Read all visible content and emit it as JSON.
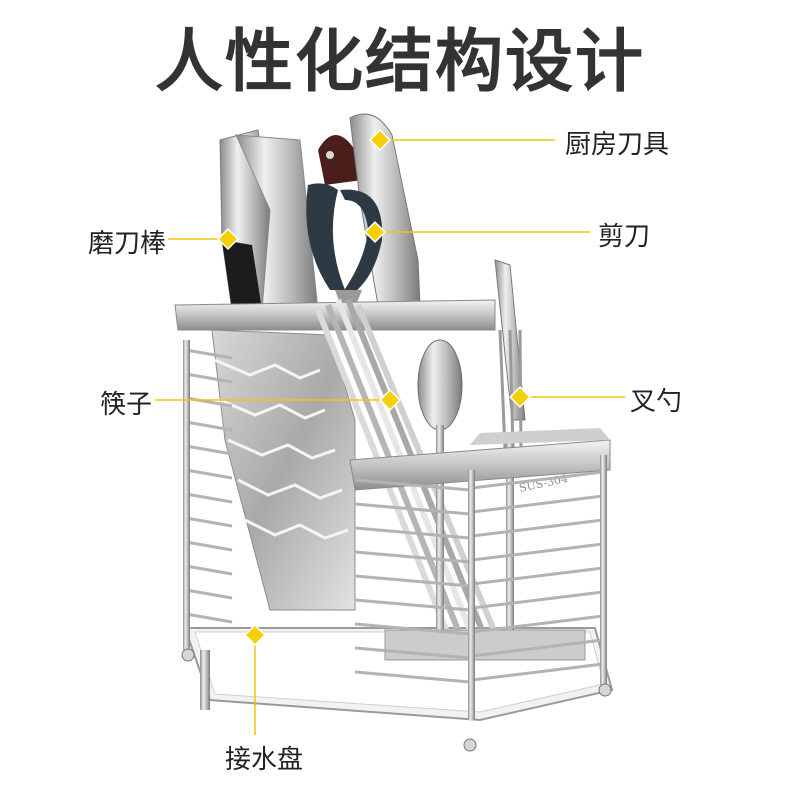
{
  "title": "人性化结构设计",
  "callouts": {
    "kitchen_knives": "厨房刀具",
    "sharpening_rod": "磨刀棒",
    "scissors": "剪刀",
    "chopsticks": "筷子",
    "fork_spoon": "叉勺",
    "drip_tray": "接水盘"
  },
  "engraving": "SUS-304",
  "colors": {
    "title": "#333333",
    "leader_line": "#f1c40f",
    "marker": "#f5d000",
    "steel_light": "#e9e9e9",
    "steel_mid": "#b9b9b9",
    "steel_dark": "#6e6e6e",
    "knife_handle": "#1c1c1c",
    "scissors_handle": "#2d3a44",
    "wood_handle": "#4a1e1a"
  }
}
